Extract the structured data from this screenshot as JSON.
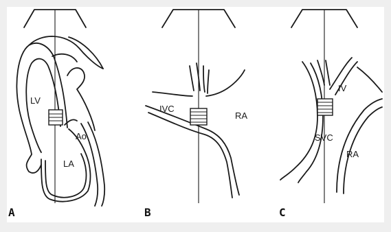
{
  "panels": [
    {
      "letter": "A",
      "labels": {
        "left_ventricle": "LV",
        "aorta": "Ao",
        "left_atrium": "LA"
      }
    },
    {
      "letter": "B",
      "labels": {
        "ivc": "IVC",
        "right_atrium": "RA"
      }
    },
    {
      "letter": "C",
      "labels": {
        "iv": "IV",
        "svc": "SVC",
        "right_atrium": "RA"
      }
    }
  ],
  "colors": {
    "line": "#1a1a1a",
    "background": "#efefef",
    "panel": "#ffffff"
  }
}
